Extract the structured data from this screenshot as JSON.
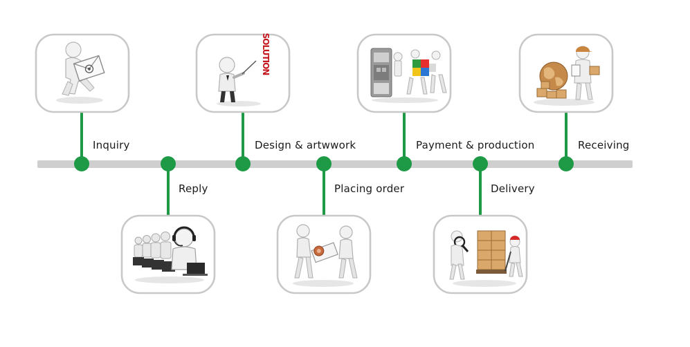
{
  "colors": {
    "timeline": "#cfcfcf",
    "connector": "#1e9a46",
    "node": "#1e9a46",
    "frame_border": "#c8c8c8"
  },
  "steps": [
    {
      "id": "inquiry",
      "label": "Inquiry",
      "icon": "envelope-email-icon",
      "side": "top"
    },
    {
      "id": "reply",
      "label": "Reply",
      "icon": "call-center-headset-icon",
      "side": "bottom"
    },
    {
      "id": "design",
      "label": "Design & artwwork",
      "icon": "solution-presenter-icon",
      "side": "top"
    },
    {
      "id": "placing",
      "label": "Placing order",
      "icon": "handover-package-icon",
      "side": "bottom"
    },
    {
      "id": "payment",
      "label": "Payment & production",
      "icon": "puzzle-machine-icon",
      "side": "top"
    },
    {
      "id": "delivery",
      "label": "Delivery",
      "icon": "boxes-pallet-icon",
      "side": "bottom"
    },
    {
      "id": "receiving",
      "label": "Receiving",
      "icon": "courier-globe-icon",
      "side": "top"
    }
  ],
  "solution_word": "SOLUTION"
}
